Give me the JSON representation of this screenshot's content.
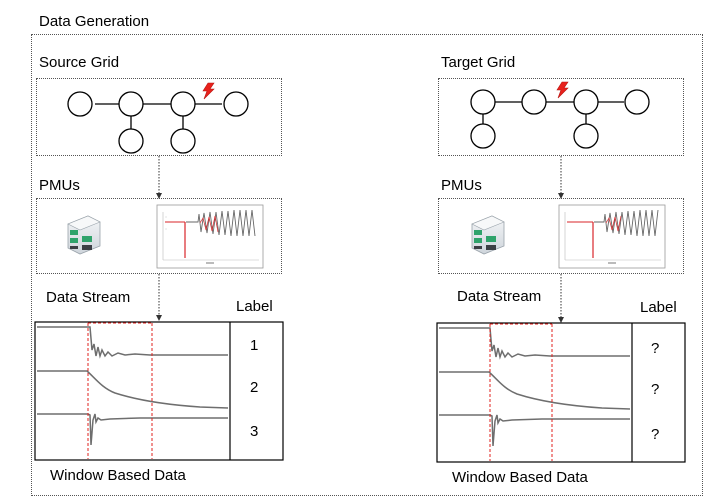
{
  "title": "Data Generation",
  "left": {
    "grid_title": "Source Grid",
    "pmu_title": "PMUs",
    "stream_title": "Data Stream",
    "label_header": "Label",
    "labels": [
      "1",
      "2",
      "3"
    ],
    "footer": "Window Based Data"
  },
  "right": {
    "grid_title": "Target Grid",
    "pmu_title": "PMUs",
    "stream_title": "Data Stream",
    "label_header": "Label",
    "labels": [
      "?",
      "?",
      "?"
    ],
    "footer": "Window Based Data"
  },
  "colors": {
    "fault": "#e8211c",
    "window_line": "#e0221e",
    "signal": "#6e6e6e",
    "device_body": "#e9ecef",
    "device_terminal": "#2fa36b"
  },
  "icons": [
    "lightning-bolt-icon",
    "pmu-device-icon",
    "waveform-thumbnail-icon"
  ]
}
